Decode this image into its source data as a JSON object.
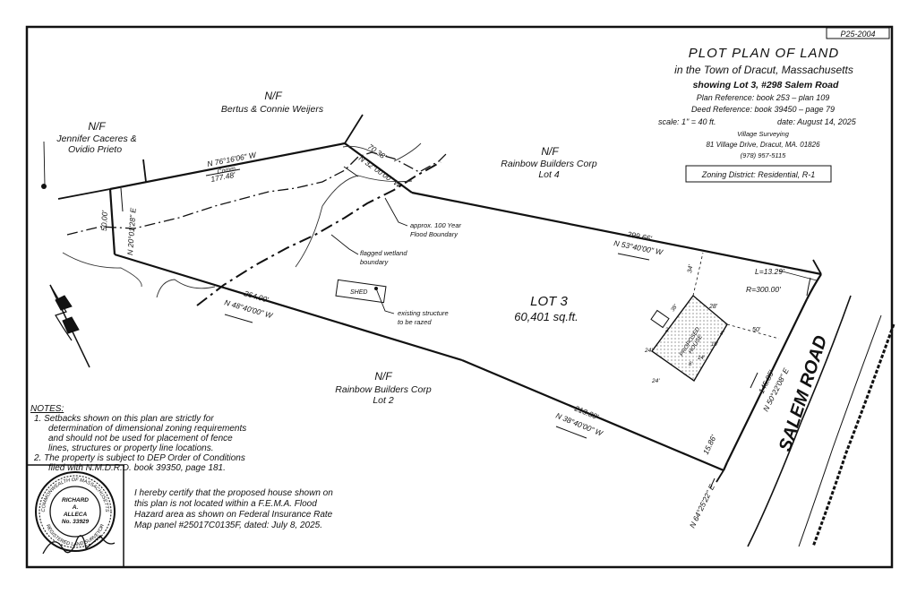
{
  "drawing_number": "P25-2004",
  "title": {
    "line1": "PLOT PLAN OF LAND",
    "line2": "in the Town of Dracut, Massachusetts",
    "line3": "showing Lot 3, #298 Salem Road",
    "plan_ref": "Plan Reference: book 253 – plan 109",
    "deed_ref": "Deed Reference: book 39450 – page 79",
    "scale": "scale: 1\" = 40 ft.",
    "date": "date: August 14, 2025",
    "surveyor": "Village Surveying",
    "address": "81 Village Drive, Dracut, MA. 01826",
    "phone": "(978) 957-5115",
    "zoning": "Zoning District: Residential, R-1"
  },
  "owners": {
    "weijers_nf": "N/F",
    "weijers": "Bertus & Connie Weijers",
    "caceres_nf": "N/F",
    "caceres1": "Jennifer Caceres &",
    "caceres2": "Ovidio Prieto",
    "lot4_nf": "N/F",
    "lot4_1": "Rainbow Builders Corp",
    "lot4_2": "Lot 4",
    "lot2_nf": "N/F",
    "lot2_1": "Rainbow Builders Corp",
    "lot2_2": "Lot 2"
  },
  "lot": {
    "name": "LOT 3",
    "area": "60,401 sq.ft."
  },
  "bounds": {
    "b1_bearing": "N 76°16'06\" W",
    "b1_dist": "177.48'",
    "b1_note": "Comm.",
    "b2_dist": "70.38'",
    "b2_bearing": "N 32°00'00\" W",
    "b3_dist": "299.66'",
    "b3_bearing": "N 53°40'00\" W",
    "b4_dist": "50.00'",
    "b4_bearing": "N 20°01'28\" E",
    "b5_dist": "264.00'",
    "b5_bearing": "N 48°40'00\" W",
    "b6_dist": "213.30'",
    "b6_bearing": "N 38°40'00\" W",
    "curve_l": "L=13.29'",
    "curve_r": "R=300.00'",
    "b7_dist": "145.85'",
    "b7_bearing": "N 50°22'08\" E",
    "b8_dist": "15.86'",
    "b8_bearing": "N 64°25'22\" E"
  },
  "features": {
    "flood1": "approx. 100 Year",
    "flood2": "Flood Boundary",
    "wetland1": "flagged wetland",
    "wetland2": "boundary",
    "shed": "SHED",
    "structure1": "existing structure",
    "structure2": "to be razed",
    "house1": "PROPOSED",
    "house2": "HOUSE",
    "road": "SALEM ROAD"
  },
  "dims": {
    "d34": "34'",
    "d28": "28'",
    "d50": "50'",
    "d38": "38'",
    "d24a": "24'",
    "d24b": "24'",
    "d2": "2'",
    "d8": "8'",
    "d14": "14'",
    "d10": "10'",
    "d4": "4'"
  },
  "notes": {
    "heading": "NOTES:",
    "n1_1": "1.  Setbacks shown on this plan are strictly for",
    "n1_2": "determination of dimensional zoning requirements",
    "n1_3": "and should not be used for placement of fence",
    "n1_4": "lines, structures or property line locations.",
    "n2_1": "2.  The property is subject to DEP Order of Conditions",
    "n2_2": "filed with N.M.D.R.D. book 39350, page 181."
  },
  "certification": {
    "c1": "I hereby certify that the proposed house shown on",
    "c2": "this plan is not located within a F.E.M.A. Flood",
    "c3": "Hazard area as shown on Federal Insurance Rate",
    "c4": "Map panel #25017C0135F, dated: July 8, 2025."
  },
  "seal": {
    "name1": "RICHARD",
    "name2": "A.",
    "name3": "ALLECA",
    "number": "No. 33929",
    "ring_top": "COMMONWEALTH OF MASSACHUSETTS",
    "ring_bottom": "REGISTERED LAND SURVEYOR"
  }
}
